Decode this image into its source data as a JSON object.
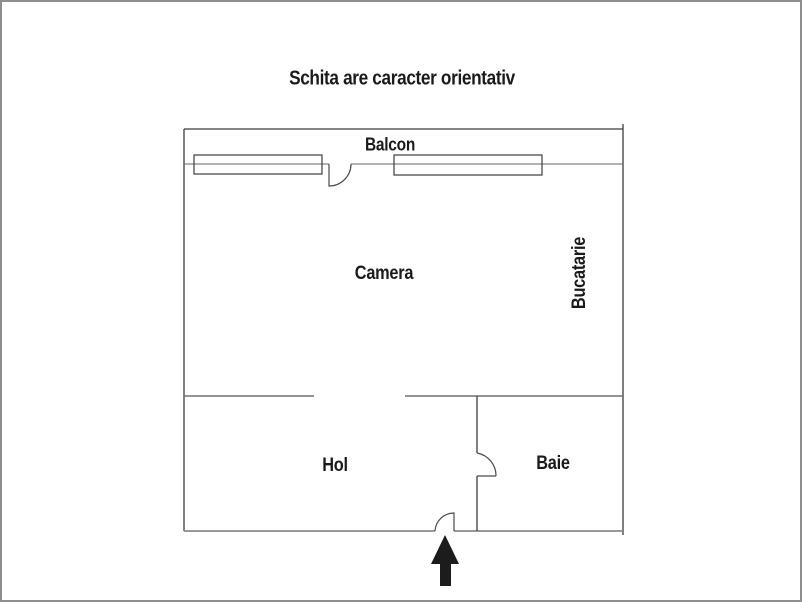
{
  "title": "Schita are caracter orientativ",
  "floor_plan": {
    "rooms": {
      "balcon": {
        "label": "Balcon"
      },
      "camera": {
        "label": "Camera"
      },
      "bucatarie": {
        "label": "Bucatarie",
        "orientation": "vertical"
      },
      "hol": {
        "label": "Hol"
      },
      "baie": {
        "label": "Baie"
      }
    },
    "features": {
      "windows_count": 2,
      "doors": [
        "balcony-door",
        "bathroom-door",
        "entrance-door"
      ],
      "entrance_marker": "up-arrow"
    }
  },
  "colors": {
    "background": "#ffffff",
    "outer_border": "#8e8e8e",
    "wall_dark": "#3c3c3c",
    "wall_medium": "#707070",
    "wall_light": "#8a8a8a",
    "text": "#1a1a1a",
    "arrow": "#1c1c1c"
  }
}
